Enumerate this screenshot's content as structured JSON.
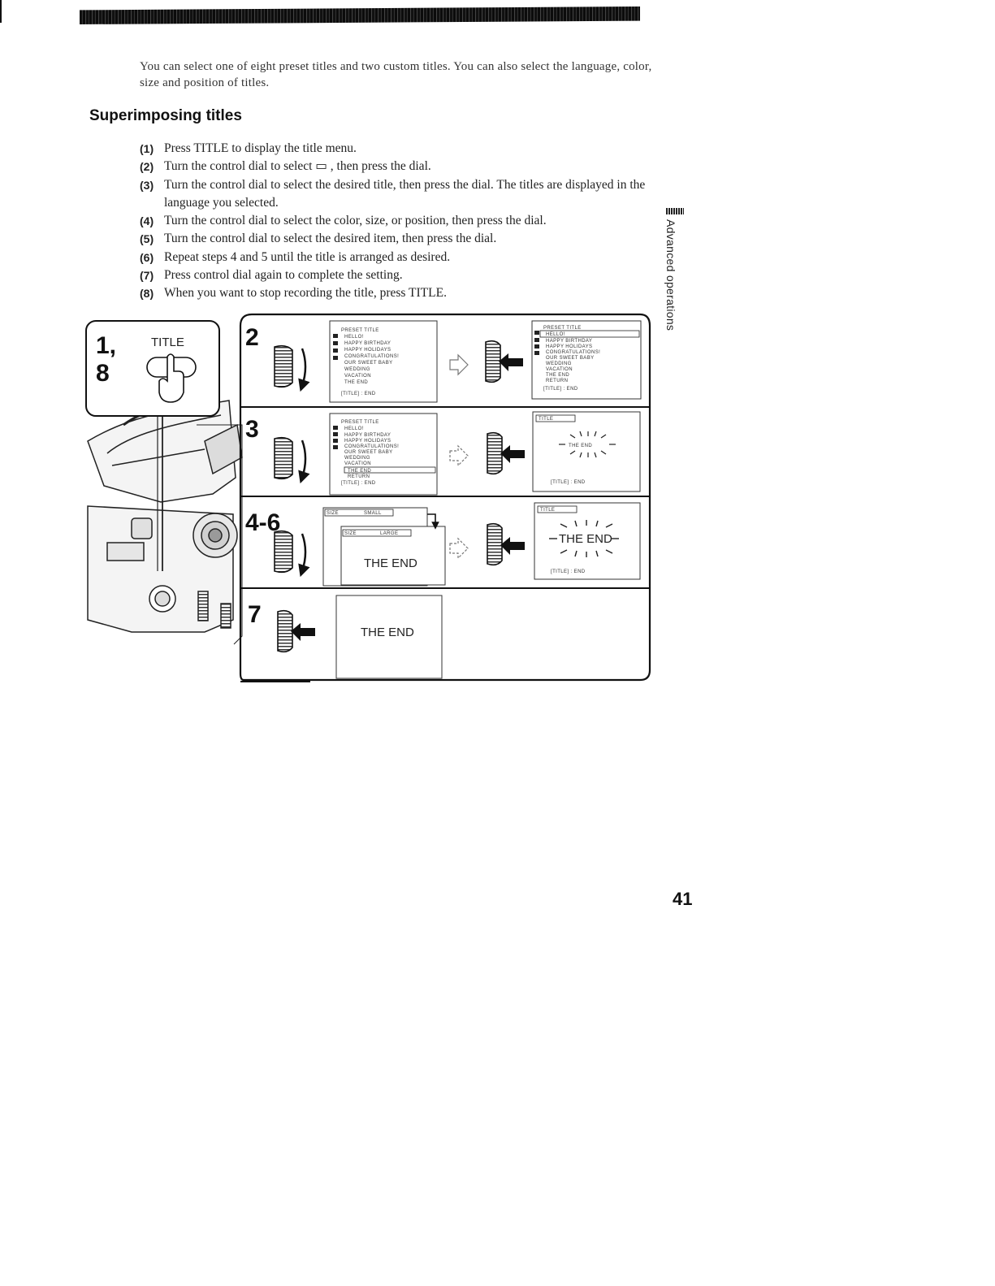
{
  "intro": "You can select one of eight preset titles and two custom titles. You can also select the language, color, size and position of titles.",
  "section_title": "Superimposing titles",
  "steps": [
    {
      "num": "(1)",
      "text": "Press TITLE to display the title menu."
    },
    {
      "num": "(2)",
      "text": "Turn the control dial to select ▭ , then press the dial."
    },
    {
      "num": "(3)",
      "text": "Turn the control dial to select the desired title, then press the dial. The titles are displayed in the language you selected."
    },
    {
      "num": "(4)",
      "text": "Turn the control dial to select the color, size, or position, then press the dial."
    },
    {
      "num": "(5)",
      "text": "Turn the control dial to select the desired item, then press the dial."
    },
    {
      "num": "(6)",
      "text": "Repeat steps 4 and 5 until the title is arranged as desired."
    },
    {
      "num": "(7)",
      "text": "Press control dial again to complete the setting."
    },
    {
      "num": "(8)",
      "text": "When you want to stop recording the title, press TITLE."
    }
  ],
  "side_tab": "Advanced operations",
  "page_number": "41",
  "diagram": {
    "step_1_8": "1,\n8",
    "step_1": "1,",
    "step_8": "8",
    "title_button": "TITLE",
    "step_2": "2",
    "step_3": "3",
    "step_4_6": "4-6",
    "step_7": "7",
    "menu_header": "PRESET TITLE",
    "menu_items": [
      "HELLO!",
      "HAPPY BIRTHDAY",
      "HAPPY HOLIDAYS",
      "CONGRATULATIONS!",
      "OUR SWEET BABY",
      "WEDDING",
      "VACATION",
      "THE END"
    ],
    "menu_return": "RETURN",
    "menu_footer": "[TITLE] : END",
    "screen_tab": "TITLE",
    "size_label": "SIZE",
    "size_small": "SMALL",
    "size_large": "LARGE",
    "the_end": "THE END"
  }
}
